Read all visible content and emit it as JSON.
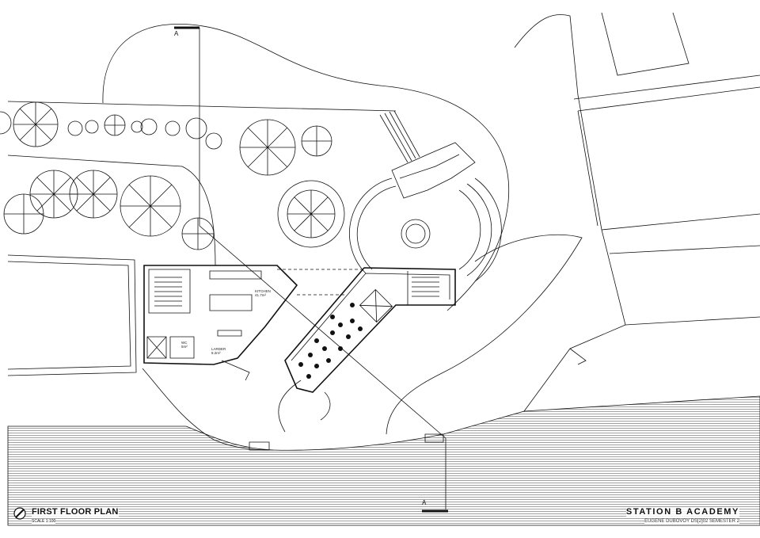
{
  "title_block": {
    "plan_title": "FIRST FLOOR PLAN",
    "scale": "SCALE 1:100",
    "project_title": "STATION B ACADEMY",
    "author_line": "EUGENE DUBOVOY DS[2]02 SEMESTER 2"
  },
  "rooms": [
    {
      "name": "KITCHEN",
      "area": "41.7m²"
    },
    {
      "name": "WC",
      "area": "5m²"
    },
    {
      "name": "LARDER",
      "area": "8.2m²"
    }
  ],
  "section_markers": {
    "top": "A",
    "bottom": "A"
  },
  "icons": {
    "title_symbol": "compass-pencil-icon"
  },
  "colors": {
    "line": "#111111",
    "background": "#ffffff"
  }
}
